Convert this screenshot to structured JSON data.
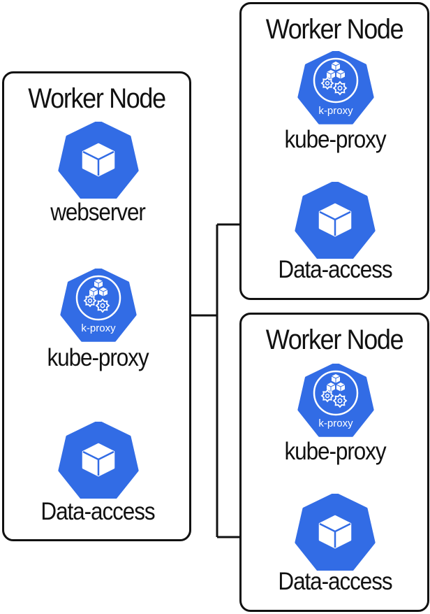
{
  "nodes": [
    {
      "title": "Worker Node",
      "components": [
        {
          "type": "pod",
          "label": "webserver"
        },
        {
          "type": "proxy",
          "label": "kube-proxy",
          "badge": "k-proxy"
        },
        {
          "type": "pod",
          "label": "Data-access"
        }
      ]
    },
    {
      "title": "Worker Node",
      "components": [
        {
          "type": "proxy",
          "label": "kube-proxy",
          "badge": "k-proxy"
        },
        {
          "type": "pod",
          "label": "Data-access"
        }
      ]
    },
    {
      "title": "Worker Node",
      "components": [
        {
          "type": "proxy",
          "label": "kube-proxy",
          "badge": "k-proxy"
        },
        {
          "type": "pod",
          "label": "Data-access"
        }
      ]
    }
  ],
  "colors": {
    "icon_fill": "#326CE5",
    "icon_stroke": "#ffffff",
    "line": "#111111",
    "box_border": "#111111"
  },
  "icons": {
    "pod": "pod-cube-icon",
    "proxy": "kube-proxy-icon"
  }
}
